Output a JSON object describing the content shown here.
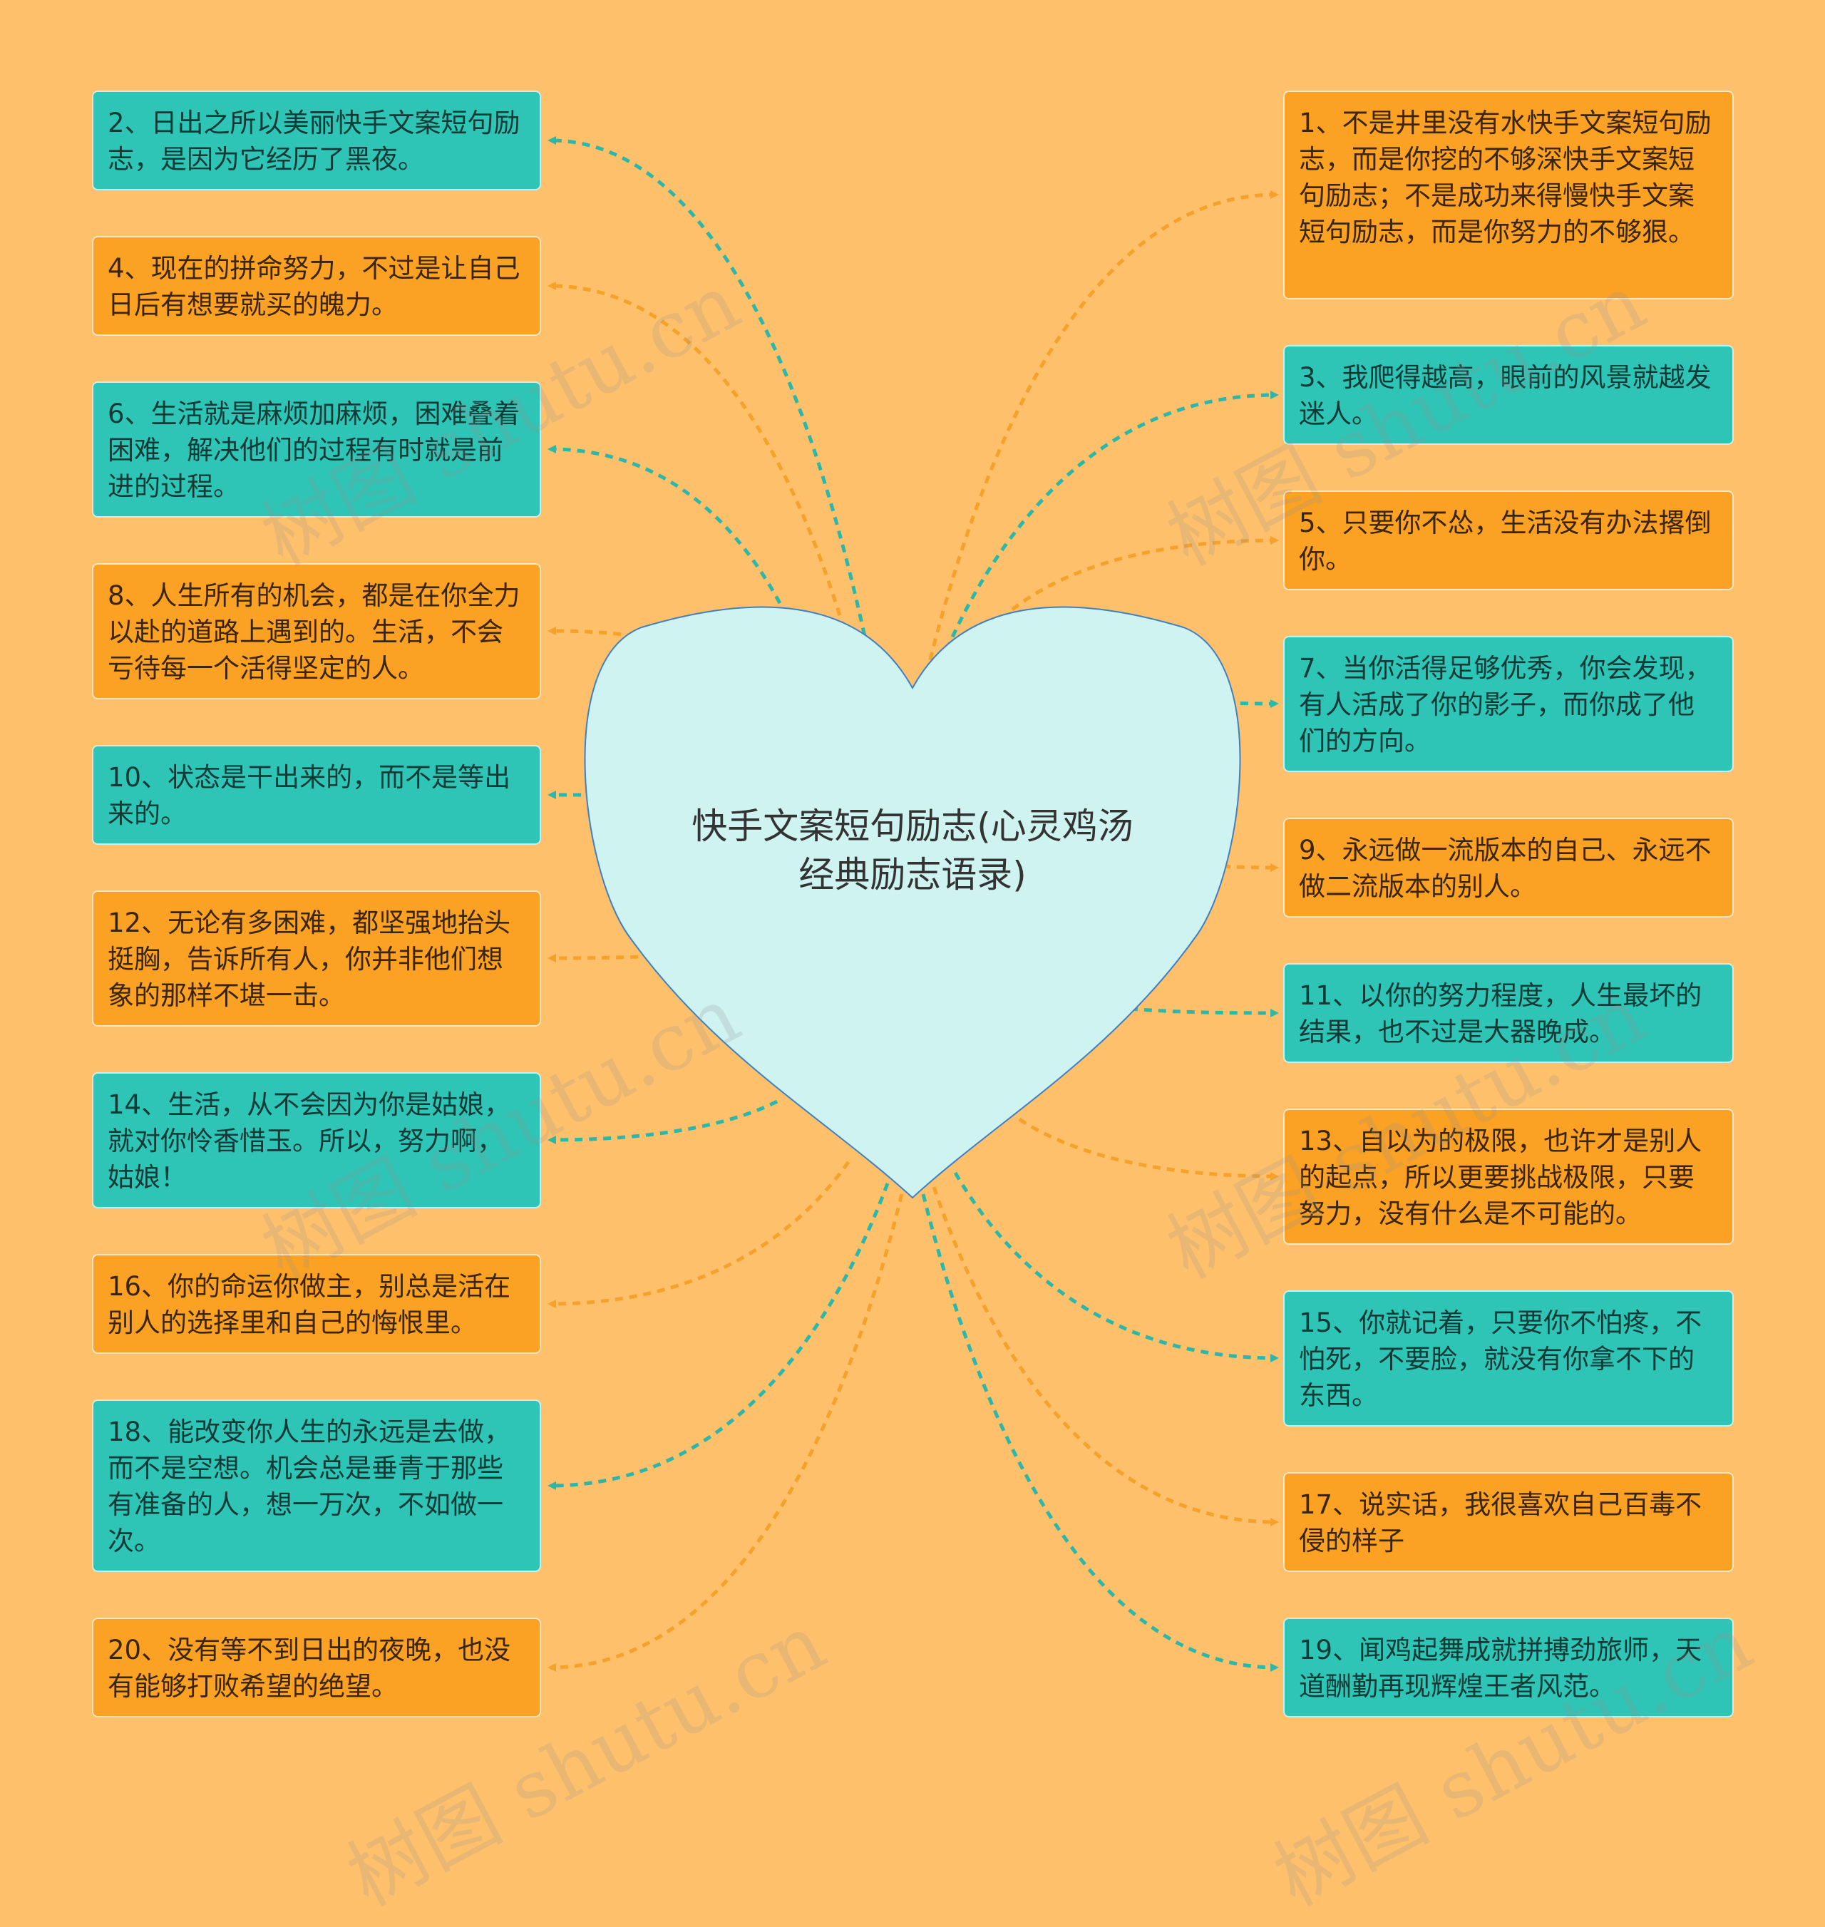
{
  "center": {
    "title": "快手文案短句励志(心灵鸡汤经典励志语录)"
  },
  "colors": {
    "background": "#FEC06A",
    "heart_fill": "#CFF3F0",
    "heart_stroke": "#3F7FC4",
    "teal": "#2EC4B6",
    "orange": "#FBA123",
    "teal_line": "#2DB7A9",
    "orange_line": "#F6A12A"
  },
  "watermark": "树图 shutu.cn",
  "nodes": {
    "left": [
      {
        "id": "n2",
        "text": "2、日出之所以美丽快手文案短句励志，是因为它经历了黑夜。",
        "color": "teal"
      },
      {
        "id": "n4",
        "text": "4、现在的拼命努力，不过是让自己日后有想要就买的魄力。",
        "color": "orange"
      },
      {
        "id": "n6",
        "text": "6、生活就是麻烦加麻烦，困难叠着困难，解决他们的过程有时就是前进的过程。",
        "color": "teal"
      },
      {
        "id": "n8",
        "text": "8、人生所有的机会，都是在你全力以赴的道路上遇到的。生活，不会亏待每一个活得坚定的人。",
        "color": "orange"
      },
      {
        "id": "n10",
        "text": "10、状态是干出来的，而不是等出来的。",
        "color": "teal"
      },
      {
        "id": "n12",
        "text": "12、无论有多困难，都坚强地抬头挺胸，告诉所有人，你并非他们想象的那样不堪一击。",
        "color": "orange"
      },
      {
        "id": "n14",
        "text": "14、生活，从不会因为你是姑娘，就对你怜香惜玉。所以，努力啊，姑娘！",
        "color": "teal"
      },
      {
        "id": "n16",
        "text": "16、你的命运你做主，别总是活在别人的选择里和自己的悔恨里。",
        "color": "orange"
      },
      {
        "id": "n18",
        "text": "18、能改变你人生的永远是去做，而不是空想。机会总是垂青于那些有准备的人，想一万次，不如做一次。",
        "color": "teal"
      },
      {
        "id": "n20",
        "text": "20、没有等不到日出的夜晚，也没有能够打败希望的绝望。",
        "color": "orange"
      }
    ],
    "right": [
      {
        "id": "n1",
        "text": "1、不是井里没有水快手文案短句励志，而是你挖的不够深快手文案短句励志；不是成功来得慢快手文案短句励志，而是你努力的不够狠。",
        "color": "orange"
      },
      {
        "id": "n3",
        "text": "3、我爬得越高，眼前的风景就越发迷人。",
        "color": "teal"
      },
      {
        "id": "n5",
        "text": "5、只要你不怂，生活没有办法撂倒你。",
        "color": "orange"
      },
      {
        "id": "n7",
        "text": "7、当你活得足够优秀，你会发现，有人活成了你的影子，而你成了他们的方向。",
        "color": "teal"
      },
      {
        "id": "n9",
        "text": "9、永远做一流版本的自己、永远不做二流版本的别人。",
        "color": "orange"
      },
      {
        "id": "n11",
        "text": "11、以你的努力程度，人生最坏的结果，也不过是大器晚成。",
        "color": "teal"
      },
      {
        "id": "n13",
        "text": "13、自以为的极限，也许才是别人的起点，所以更要挑战极限，只要努力，没有什么是不可能的。",
        "color": "orange"
      },
      {
        "id": "n15",
        "text": "15、你就记着，只要你不怕疼，不怕死，不要脸，就没有你拿不下的东西。",
        "color": "teal"
      },
      {
        "id": "n17",
        "text": "17、说实话，我很喜欢自己百毒不侵的样子",
        "color": "orange"
      },
      {
        "id": "n19",
        "text": "19、闻鸡起舞成就拼搏劲旅师，天道酬勤再现辉煌王者风范。",
        "color": "teal"
      }
    ]
  }
}
